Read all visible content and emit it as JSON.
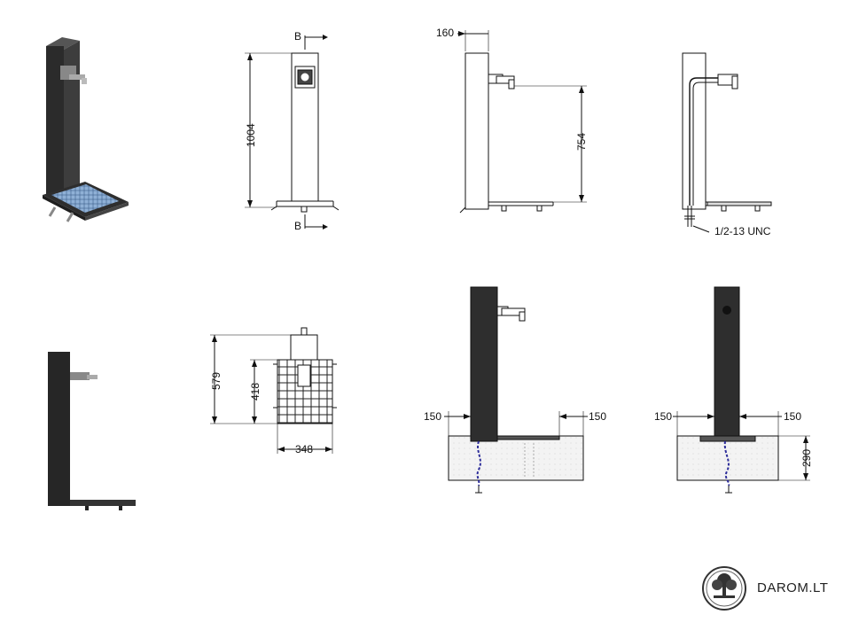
{
  "dimensions": {
    "height_total": "1004",
    "depth": "160",
    "spout_height": "754",
    "thread": "1/2-13 UNC",
    "plan_depth_total": "579",
    "plan_depth_grate": "418",
    "plan_width": "348",
    "offset_left_a": "150",
    "offset_right_a": "150",
    "offset_left_b": "150",
    "offset_right_b": "150",
    "footing_depth": "290"
  },
  "section_marks": {
    "top": "B",
    "bottom": "B"
  },
  "brand": {
    "name": "DAROM.LT"
  },
  "colors": {
    "post": "#2a2a2a",
    "line": "#111111",
    "grate": "#6b8fb8",
    "concrete": "#f2f2f2",
    "pipe": "#2d2d9a"
  }
}
